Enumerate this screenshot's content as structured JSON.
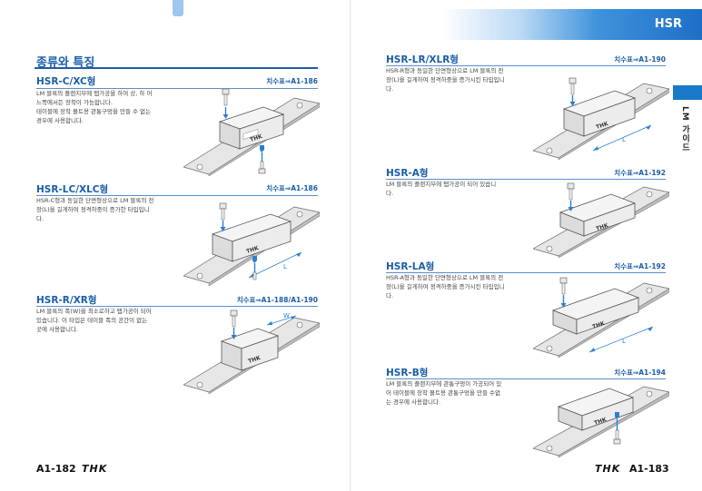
{
  "header": {
    "series_label": "HSR"
  },
  "side_tab": {
    "label": "LM 가이드"
  },
  "left_page": {
    "section_title": "종류와 특징",
    "folio": "A1-182",
    "logo_text": "THK",
    "items": [
      {
        "title": "HSR-C/XC형",
        "ref": "치수표⇒A1-186",
        "desc": [
          "LM 블록의 플랜지부에 탭가공을 하여 상, 하 어",
          "느쪽에서든 장착이 가능합니다.",
          "테이블에 장착 볼트용 관통구멍을 만들 수 없는",
          "경우에 사용합니다."
        ],
        "fig": {
          "block_text": "THK"
        }
      },
      {
        "title": "HSR-LC/XLC형",
        "ref": "치수표⇒A1-186",
        "desc": [
          "HSR-C형과 동일한 단면형상으로 LM 블록의 전",
          "장(L)을 길게하여 정격하중이 증가한 타입입니",
          "다."
        ],
        "fig": {
          "block_text": "THK",
          "dim_label": "L"
        }
      },
      {
        "title": "HSR-R/XR형",
        "ref": "치수표⇒A1-188/A1-190",
        "desc": [
          "LM 블록의 폭(W)을 최소로하고 탭가공이 되어",
          "있습니다. 이 타입은 테이블 폭의 공간이 없는",
          "곳에 사용합니다."
        ],
        "fig": {
          "block_text": "THK",
          "dim_label": "W"
        }
      }
    ]
  },
  "right_page": {
    "folio": "A1-183",
    "logo_text": "THK",
    "items": [
      {
        "title": "HSR-LR/XLR형",
        "ref": "치수표⇒A1-190",
        "desc": [
          "HSR-R형과 동일한 단면형상으로 LM 블록의 전",
          "장(L)을 길게하여 정격하중을 증가시킨 타입입니",
          "다."
        ],
        "fig": {
          "block_text": "THK",
          "dim_label": "L"
        }
      },
      {
        "title": "HSR-A형",
        "ref": "치수표⇒A1-192",
        "desc": [
          "LM 블록의 플랜지부에 탭가공이 되어 있습니",
          "다."
        ],
        "fig": {
          "block_text": "THK"
        }
      },
      {
        "title": "HSR-LA형",
        "ref": "치수표⇒A1-192",
        "desc": [
          "HSR-A형과 동일한 단면형상으로 LM 블록의 전",
          "장(L)을 길게하여 정격하중을 증가시킨 타입입니",
          "다."
        ],
        "fig": {
          "block_text": "THK",
          "dim_label": "L"
        }
      },
      {
        "title": "HSR-B형",
        "ref": "치수표⇒A1-194",
        "desc": [
          "LM 블록의 플랜지부에 관통구멍이 가공되어 있",
          "어 테이블에 장착 볼트용 관통구멍을 만들 수없",
          "는 경우에 사용합니다."
        ],
        "fig": {
          "block_text": "THK"
        }
      }
    ]
  },
  "colors": {
    "accent": "#1a5ea8",
    "tab_blue": "#1a79c9",
    "arrow_blue": "#2b7fd0"
  }
}
